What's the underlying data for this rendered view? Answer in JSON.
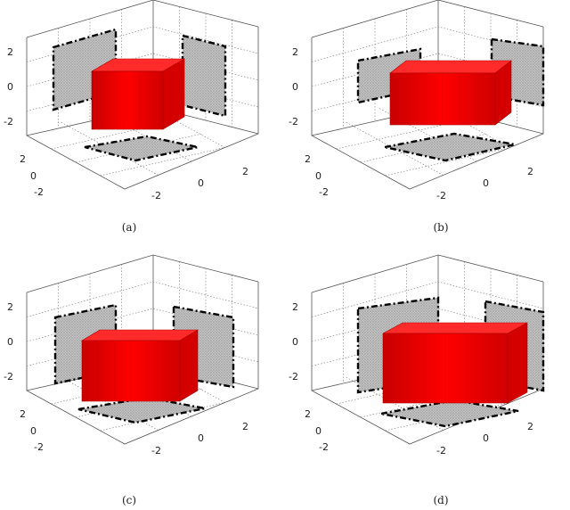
{
  "panels": [
    {
      "caption": "(a)",
      "z_ticks": [
        "2",
        "0",
        "-2"
      ],
      "left_ticks": [
        "2",
        "0",
        "-2"
      ],
      "right_ticks": [
        "-2",
        "0",
        "2"
      ],
      "box_color": "#ff0000",
      "frame_color": "#000000",
      "projection_color": "#a8a8a8"
    },
    {
      "caption": "(b)",
      "z_ticks": [
        "2",
        "0",
        "-2"
      ],
      "left_ticks": [
        "2",
        "0",
        "-2"
      ],
      "right_ticks": [
        "-2",
        "0",
        "2"
      ],
      "box_color": "#ff0000",
      "frame_color": "#000000",
      "projection_color": "#a8a8a8"
    },
    {
      "caption": "(c)",
      "z_ticks": [
        "2",
        "0",
        "-2"
      ],
      "left_ticks": [
        "2",
        "0",
        "-2"
      ],
      "right_ticks": [
        "-2",
        "0",
        "2"
      ],
      "box_color": "#ff0000",
      "frame_color": "#000000",
      "projection_color": "#a8a8a8"
    },
    {
      "caption": "(d)",
      "z_ticks": [
        "2",
        "0",
        "-2"
      ],
      "left_ticks": [
        "2",
        "0",
        "-2"
      ],
      "right_ticks": [
        "-2",
        "0",
        "2"
      ],
      "box_color": "#ff0000",
      "frame_color": "#000000",
      "projection_color": "#a8a8a8"
    }
  ]
}
